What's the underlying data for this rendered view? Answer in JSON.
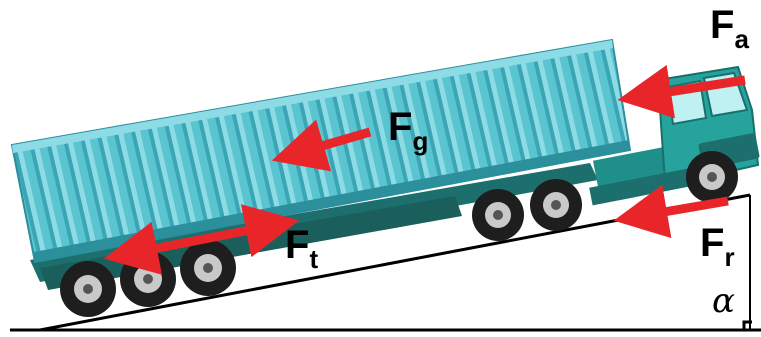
{
  "labels": {
    "fa": {
      "main": "F",
      "sub": "a"
    },
    "fg": {
      "main": "F",
      "sub": "g"
    },
    "ft": {
      "main": "F",
      "sub": "t"
    },
    "fr": {
      "main": "F",
      "sub": "r"
    },
    "angle": "α"
  },
  "colors": {
    "container": "#5bc4d1",
    "container_dark": "#3aa6b5",
    "cab": "#1f8f8a",
    "chassis": "#1c6f6c",
    "arrow": "#e8262a",
    "ground": "#000000"
  }
}
